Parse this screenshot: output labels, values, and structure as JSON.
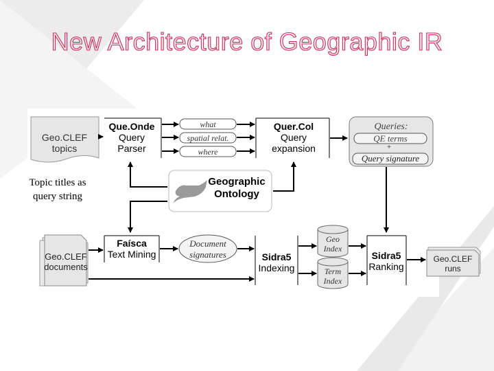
{
  "title": "New Architecture of Geographic IR",
  "note": {
    "line1": "Topic titles as",
    "line2": "query string"
  },
  "diagram": {
    "topics": {
      "line1": "Geo.CLEF",
      "line2": "topics"
    },
    "queonde": {
      "line1": "Que.Onde",
      "line2": "Query",
      "line3": "Parser"
    },
    "what": "what",
    "spatial": "spatial relat.",
    "where": "where",
    "quercol": {
      "line1": "Quer.Col",
      "line2": "Query",
      "line3": "expansion"
    },
    "queries": {
      "line1": "Queries:",
      "line2": "QE terms",
      "plus": "+",
      "line3": "Query signature"
    },
    "ontology": {
      "line1": "Geographic",
      "line2": "Ontology"
    },
    "documents": {
      "line1": "Geo.CLEF",
      "line2": "documents"
    },
    "faisca": {
      "line1": "Faísca",
      "line2": "Text Mining"
    },
    "docsig": {
      "line1": "Document",
      "line2": "signatures"
    },
    "indexing": {
      "line1": "Sidra5",
      "line2": "Indexing"
    },
    "geoindex": {
      "line1": "Geo",
      "line2": "Index"
    },
    "termindex": {
      "line1": "Term",
      "line2": "Index"
    },
    "ranking": {
      "line1": "Sidra5",
      "line2": "Ranking"
    },
    "runs": {
      "line1": "Geo.CLEF",
      "line2": "runs"
    }
  },
  "colors": {
    "title_fill": "#fbe8ef",
    "title_stroke": "#c4305c",
    "box_fill": "#e6e6e6",
    "lamp": "#9a9a9a"
  }
}
